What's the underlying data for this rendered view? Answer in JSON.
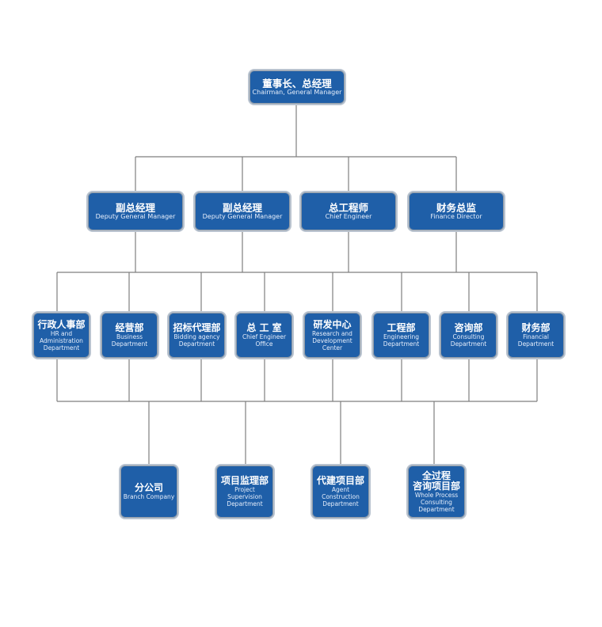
{
  "chairman": {
    "zh": "董事长、总经理",
    "en": "Chairman, General Manager"
  },
  "executives": [
    {
      "zh": "副总经理",
      "en": "Deputy General Manager"
    },
    {
      "zh": "副总经理",
      "en": "Deputy General Manager"
    },
    {
      "zh": "总工程师",
      "en": "Chief Engineer"
    },
    {
      "zh": "财务总监",
      "en": "Finance Director"
    }
  ],
  "departments": [
    {
      "zh": "行政人事部",
      "en": "HR and\nAdministration\nDepartment"
    },
    {
      "zh": "经营部",
      "en": "Business\nDepartment"
    },
    {
      "zh": "招标代理部",
      "en": "Bidding agency\nDepartment"
    },
    {
      "zh": "总 工 室",
      "en": "Chief Engineer\nOffice"
    },
    {
      "zh": "研发中心",
      "en": "Research and\nDevelopment\nCenter"
    },
    {
      "zh": "工程部",
      "en": "Engineering\nDepartment"
    },
    {
      "zh": "咨询部",
      "en": "Consulting\nDepartment"
    },
    {
      "zh": "财务部",
      "en": "Financial\nDepartment"
    }
  ],
  "units": [
    {
      "zh": "分公司",
      "en": "Branch Company"
    },
    {
      "zh": "项目监理部",
      "en": "Project\nSupervision\nDepartment"
    },
    {
      "zh": "代建项目部",
      "en": "Agent\nConstruction\nDepartment"
    },
    {
      "zh": "全过程\n咨询项目部",
      "en": "Whole Process\nConsulting\nDepartment"
    }
  ],
  "colors": {
    "box": "#1f5fa8",
    "line": "#7f7f7f"
  }
}
